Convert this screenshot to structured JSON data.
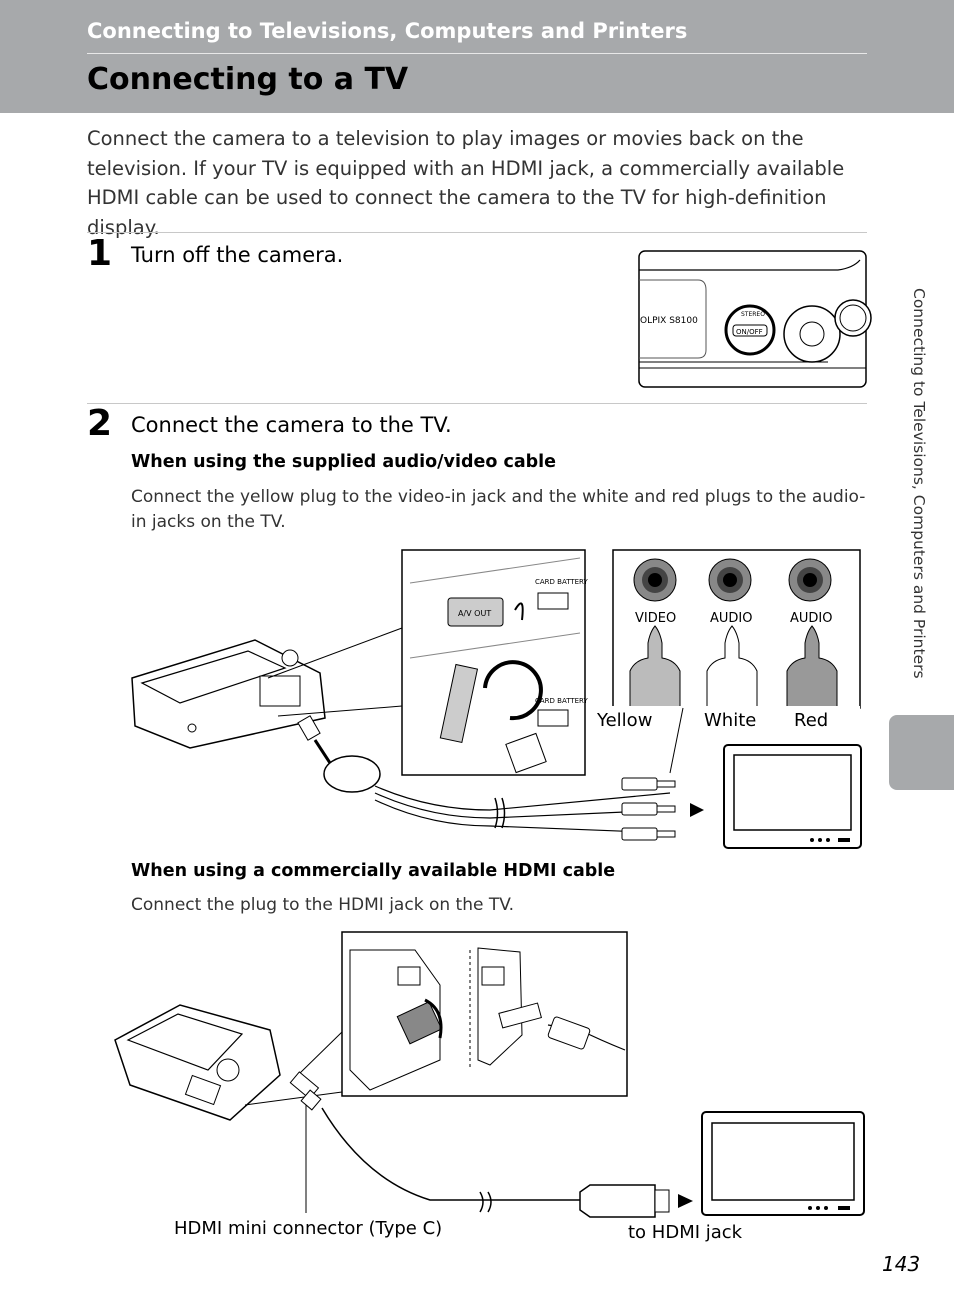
{
  "header": {
    "section_title": "Connecting to Televisions, Computers and Printers",
    "page_title": "Connecting to a TV"
  },
  "intro": "Connect the camera to a television to play images or movies back on the television. If your TV is equipped with an HDMI jack, a commercially available HDMI cable can be used to connect the camera to the TV for high-definition display.",
  "steps": [
    {
      "number": "1",
      "text": "Turn off the camera."
    },
    {
      "number": "2",
      "text": "Connect the camera to the TV."
    }
  ],
  "av_section": {
    "heading": "When using the supplied audio/video cable",
    "body": "Connect the yellow plug to the video-in jack and the white and red plugs to the audio-in jacks on the TV.",
    "jack_labels": [
      "VIDEO",
      "AUDIO",
      "AUDIO"
    ],
    "plug_labels": [
      "Yellow",
      "White",
      "Red"
    ],
    "port_label": "A/V OUT",
    "card_label": "CARD BATTERY"
  },
  "hdmi_section": {
    "heading": "When using a commercially available HDMI cable",
    "body": "Connect the plug to the HDMI jack on the TV.",
    "connector_label": "HDMI mini connector (Type C)",
    "jack_label": "to HDMI jack"
  },
  "camera_top": {
    "model_label": "OLPIX S8100",
    "button_label": "ON/OFF",
    "stereo_label": "STEREO"
  },
  "side_tab_text": "Connecting to Televisions, Computers and Printers",
  "page_number": "143"
}
